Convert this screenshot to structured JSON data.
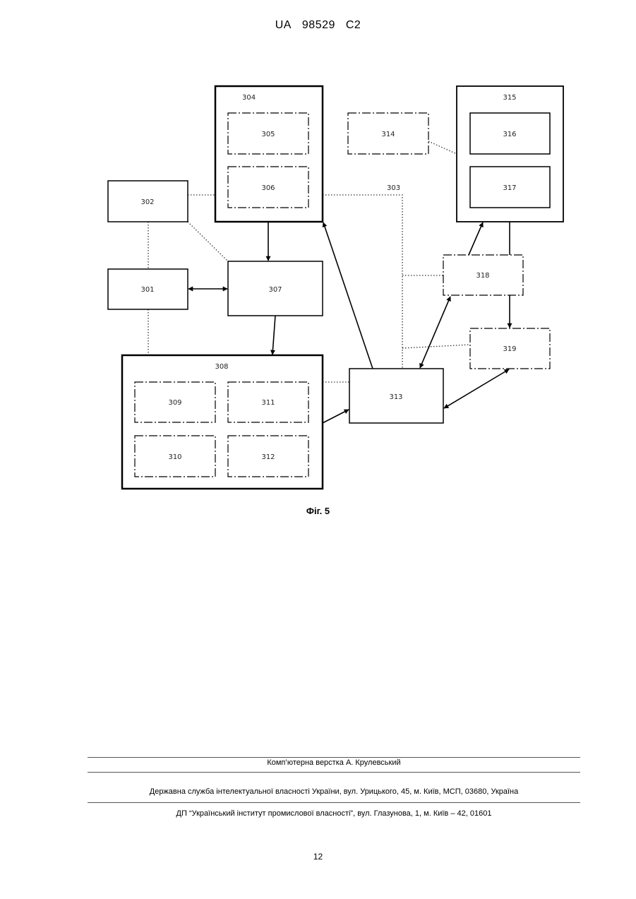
{
  "header": {
    "country": "UA",
    "number": "98529",
    "kind": "C2"
  },
  "diagram": {
    "labels": {
      "b301": "301",
      "b302": "302",
      "b303": "303",
      "b304": "304",
      "b305": "305",
      "b306": "306",
      "b307": "307",
      "b308": "308",
      "b309": "309",
      "b310": "310",
      "b311": "311",
      "b312": "312",
      "b313": "313",
      "b314": "314",
      "b315": "315",
      "b316": "316",
      "b317": "317",
      "b318": "318",
      "b319": "319"
    }
  },
  "caption": "Фіг. 5",
  "footer": {
    "layout_credit": "Комп’ютерна верстка А. Крулевський",
    "agency": "Державна служба інтелектуальної власності України, вул. Урицького, 45, м. Київ, МСП, 03680, Україна",
    "institute": "ДП “Український інститут промислової власності”, вул. Глазунова, 1, м. Київ – 42, 01601"
  },
  "page_number": "12"
}
